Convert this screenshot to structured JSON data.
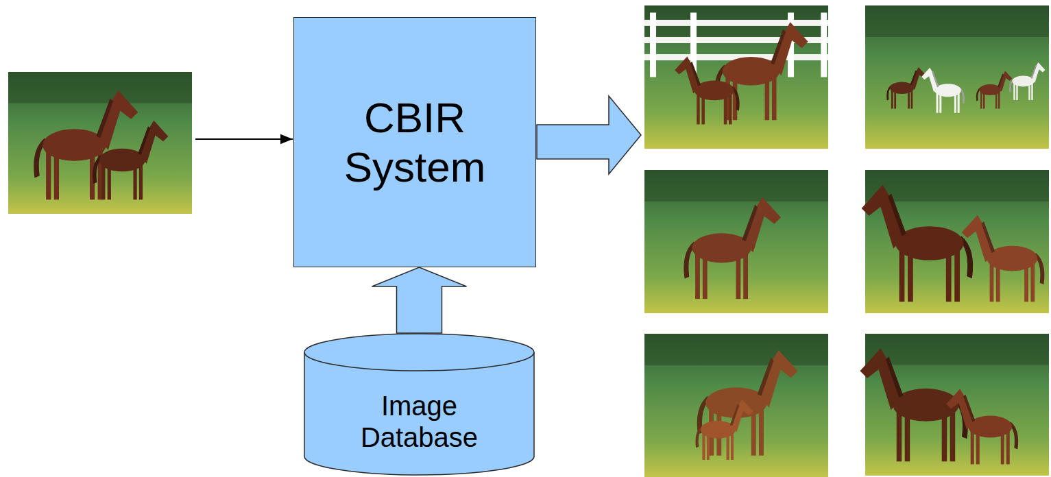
{
  "diagram": {
    "nodes": [
      {
        "text": [
          "CBIR System"
        ]
      },
      {
        "text": [
          "Image Database"
        ]
      }
    ],
    "edges": [
      {
        "from": 1,
        "to": 0,
        "arrow": "to"
      }
    ]
  }
}
